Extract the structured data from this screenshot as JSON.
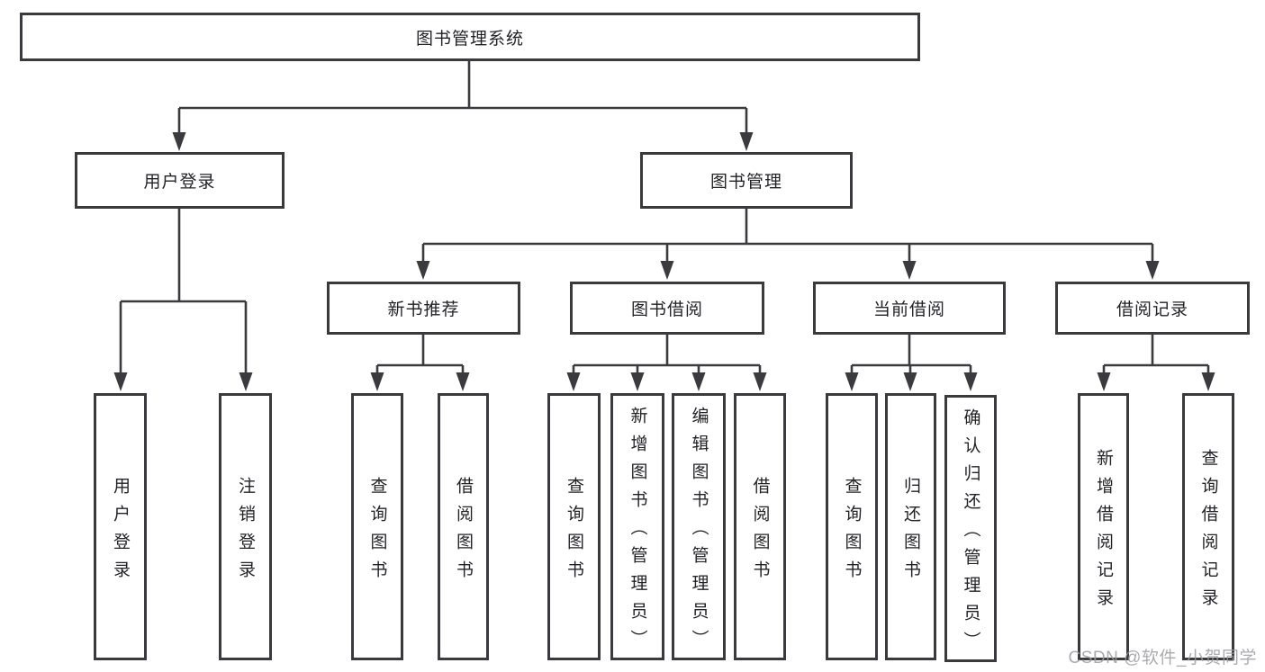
{
  "diagram": {
    "root": {
      "label": "图书管理系统"
    },
    "level2": [
      {
        "label": "用户登录"
      },
      {
        "label": "图书管理"
      }
    ],
    "level3": [
      {
        "label": "新书推荐"
      },
      {
        "label": "图书借阅"
      },
      {
        "label": "当前借阅"
      },
      {
        "label": "借阅记录"
      }
    ],
    "leaves": {
      "login": [
        "用户登录",
        "注销登录"
      ],
      "newbook": [
        "查询图书",
        "借阅图书"
      ],
      "borrow": [
        "查询图书",
        "新增图书（管理员）",
        "编辑图书（管理员）",
        "借阅图书"
      ],
      "current": [
        "查询图书",
        "归还图书",
        "确认归还（管理员）"
      ],
      "records": [
        "新增借阅记录",
        "查询借阅记录"
      ]
    },
    "colors": {
      "line": "#3b3b3f",
      "border": "#3a3a3e",
      "text": "#232327",
      "watermark": "#9d9da1"
    },
    "watermark": "CSDN @软件_小贺同学"
  }
}
